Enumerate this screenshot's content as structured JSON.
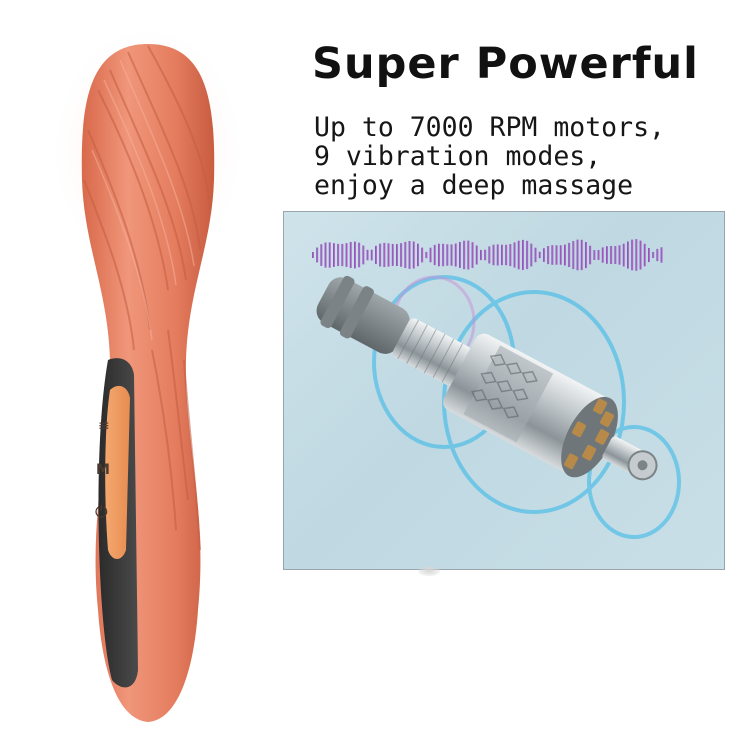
{
  "headline": "Super Powerful",
  "description": [
    "Up to 7000 RPM motors,",
    "9 vibration modes,",
    "enjoy a deep massage"
  ],
  "device": {
    "color": "#e98263",
    "buttons": [
      {
        "icon": "wave-icon",
        "glyph": "≡"
      },
      {
        "icon": "mode-icon",
        "glyph": "M"
      },
      {
        "icon": "power-icon",
        "glyph": "⏻"
      }
    ]
  },
  "colors": {
    "device_body": "#e98263",
    "panel_bg": "#c7dde6",
    "wave_start": "#6a5ab8",
    "wave_end": "#d06ac9",
    "glow": "#2fb6e8"
  }
}
